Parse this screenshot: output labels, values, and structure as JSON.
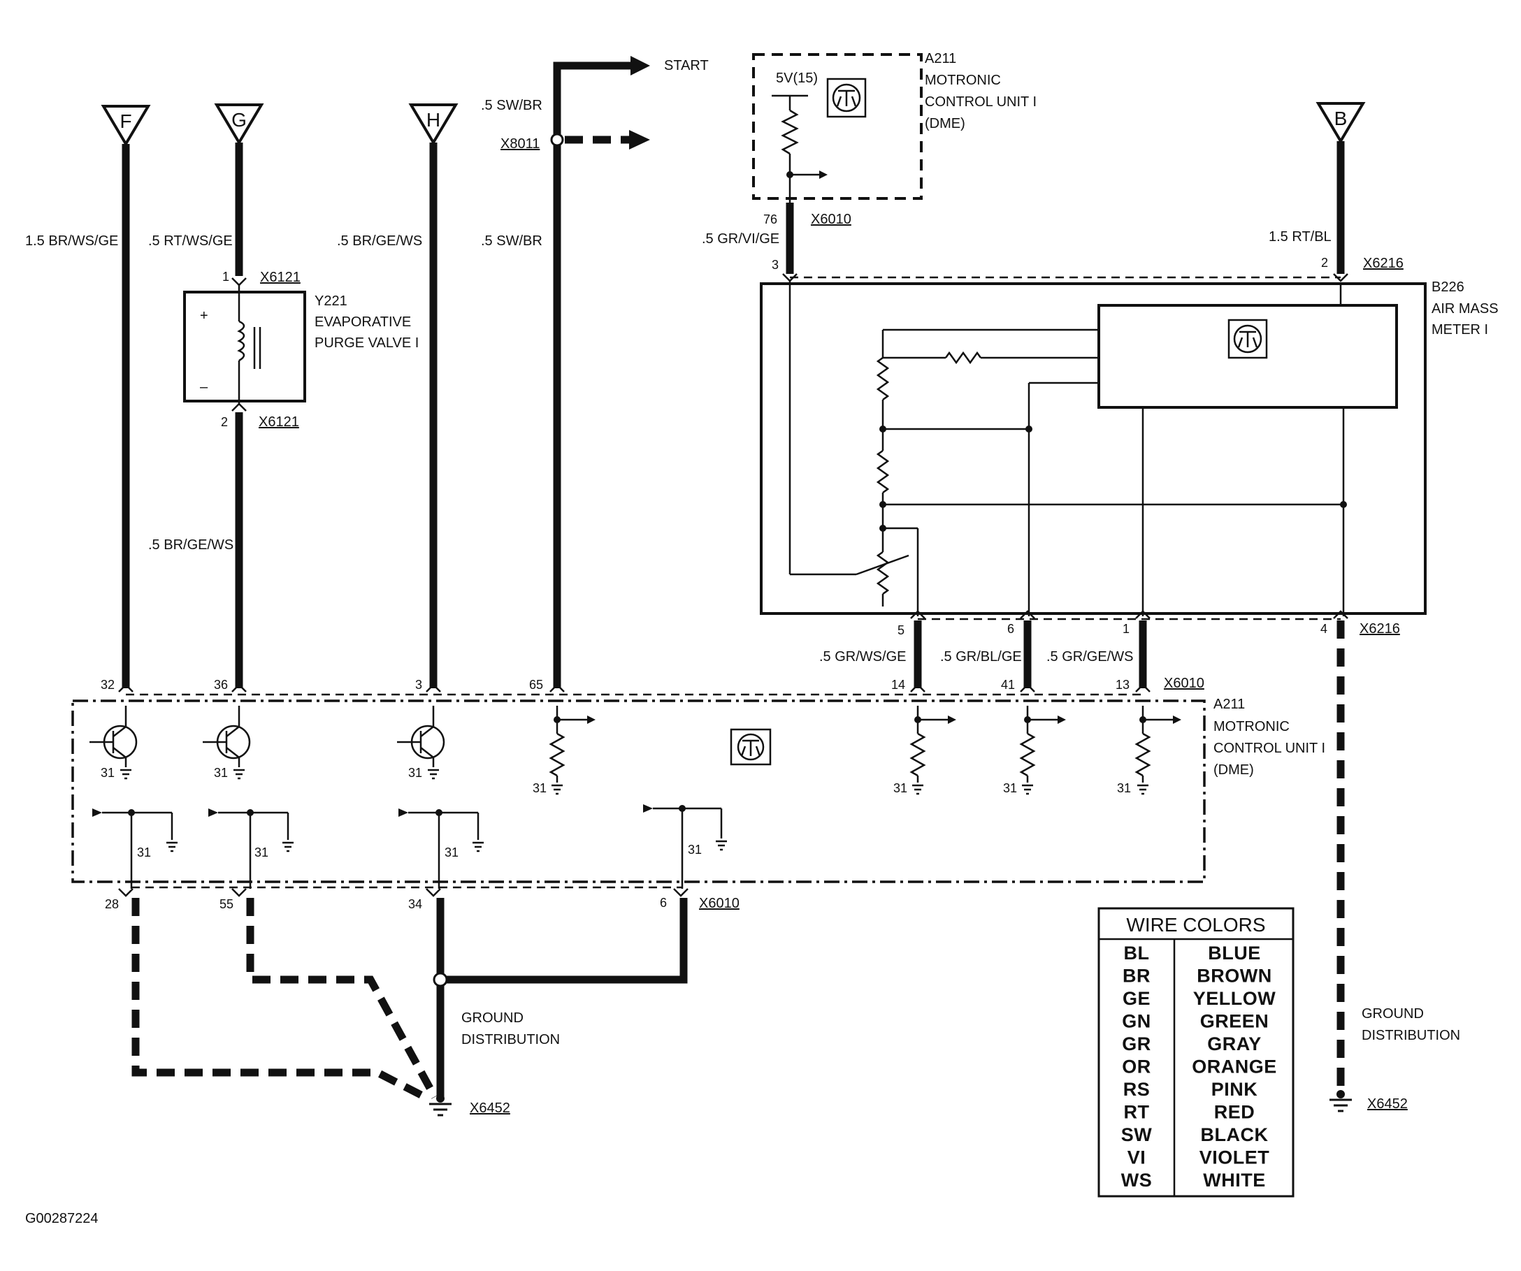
{
  "connectors": {
    "F": "F",
    "G": "G",
    "H": "H",
    "B": "B"
  },
  "start": {
    "label": "START",
    "wire_top": ".5 SW/BR",
    "junction": "X8011",
    "wire_mid": ".5 SW/BR"
  },
  "wires": {
    "f": "1.5 BR/WS/GE",
    "g_top": ".5 RT/WS/GE",
    "g_bottom": ".5 BR/GE/WS",
    "h": ".5 BR/GE/WS",
    "b": "1.5 RT/BL",
    "a211_top": ".5 GR/VI/GE",
    "mam_5": ".5 GR/WS/GE",
    "mam_6": ".5 GR/BL/GE",
    "mam_1": ".5 GR/GE/WS"
  },
  "y221": {
    "id": "Y221",
    "name_line1": "EVAPORATIVE",
    "name_line2": "PURGE VALVE I",
    "conn": "X6121",
    "pin_top": "1",
    "pin_bottom": "2",
    "plus": "+",
    "minus": "–"
  },
  "a211_top": {
    "id": "A211",
    "line1": "MOTRONIC",
    "line2": "CONTROL UNIT I",
    "line3": "(DME)",
    "supply": "5V(15)",
    "conn": "X6010",
    "pin": "76"
  },
  "b226": {
    "id": "B226",
    "line1": "AIR MASS",
    "line2": "METER I",
    "conn": "X6216",
    "pin_top_left": "3",
    "pin_top_right": "2",
    "pins_bottom": [
      "5",
      "6",
      "1",
      "4"
    ],
    "conn_bottom": "X6216"
  },
  "a211_main": {
    "id": "A211",
    "line1": "MOTRONIC",
    "line2": "CONTROL UNIT I",
    "line3": "(DME)",
    "pins_top": [
      "32",
      "36",
      "3",
      "65",
      "14",
      "41",
      "13"
    ],
    "conn_top": "X6010",
    "ground": "31",
    "pins_bottom": [
      "28",
      "55",
      "34",
      "6"
    ],
    "conn_bottom": "X6010"
  },
  "ground": {
    "left_line1": "GROUND",
    "left_line2": "DISTRIBUTION",
    "left_conn": "X6452",
    "right_line1": "GROUND",
    "right_line2": "DISTRIBUTION",
    "right_conn": "X6452"
  },
  "legend": {
    "title": "WIRE COLORS",
    "rows": [
      {
        "code": "BL",
        "color": "BLUE"
      },
      {
        "code": "BR",
        "color": "BROWN"
      },
      {
        "code": "GE",
        "color": "YELLOW"
      },
      {
        "code": "GN",
        "color": "GREEN"
      },
      {
        "code": "GR",
        "color": "GRAY"
      },
      {
        "code": "OR",
        "color": "ORANGE"
      },
      {
        "code": "RS",
        "color": "PINK"
      },
      {
        "code": "RT",
        "color": "RED"
      },
      {
        "code": "SW",
        "color": "BLACK"
      },
      {
        "code": "VI",
        "color": "VIOLET"
      },
      {
        "code": "WS",
        "color": "WHITE"
      }
    ]
  },
  "figure_id": "G00287224"
}
